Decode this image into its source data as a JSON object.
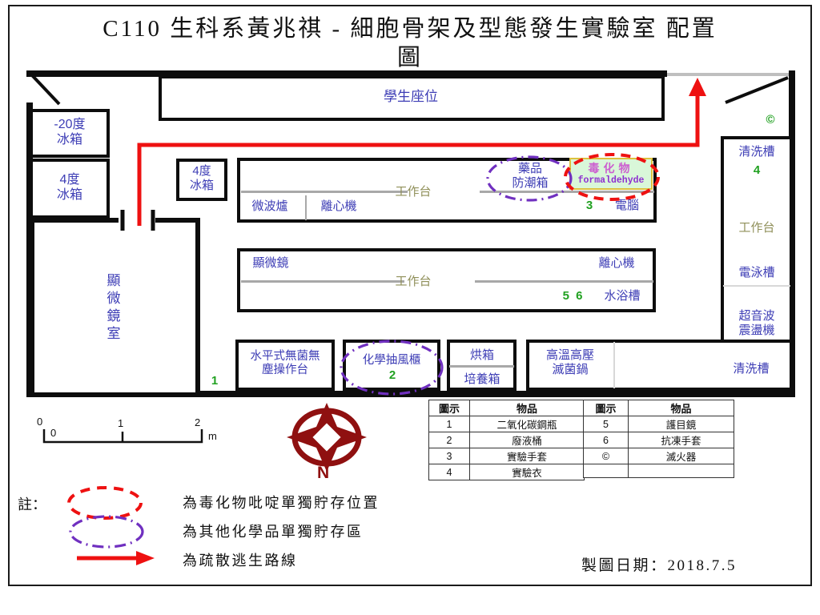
{
  "title": {
    "line1": "C110 生科系黃兆祺 - 細胞骨架及型態發生實驗室 配置",
    "line2": "圖"
  },
  "plan": {
    "student_seating": "學生座位",
    "freezer_minus20": "-20度\n冰箱",
    "fridge_4deg_left": "4度\n冰箱",
    "fridge_4deg_mid": "4度\n冰箱",
    "microscope_room": "顯\n微\n鏡\n室",
    "bench1": {
      "worktable": "工作台",
      "microwave": "微波爐",
      "centrifuge": "離心機",
      "desiccator": "藥品\n防潮箱",
      "toxic_name": "毒化物",
      "toxic_chemical": "formaldehyde",
      "glove_num": "3",
      "computer": "電腦"
    },
    "bench2": {
      "microscope": "顯微鏡",
      "centrifuge": "離心機",
      "worktable": "工作台",
      "nums": "5 6",
      "water_bath": "水浴槽"
    },
    "right_column": {
      "sink": "清洗槽",
      "coat_num": "4",
      "worktable": "工作台",
      "electrophoresis": "電泳槽",
      "sonicator": "超音波\n震盪機"
    },
    "bottom_row": {
      "co2_num": "1",
      "laminar_hood": "水平式無菌無\n塵操作台",
      "fume_hood": "化學抽風櫃",
      "waste_num": "2",
      "oven": "烘箱",
      "incubator": "培養箱",
      "autoclave": "高溫高壓\n滅菌鍋",
      "sink": "清洗槽"
    },
    "fire_extinguisher": "©"
  },
  "scale_bar": {
    "zero_upper": "0",
    "zero_lower": "0",
    "one": "1",
    "two": "2",
    "unit": "m"
  },
  "compass": {
    "north": "N"
  },
  "legend": {
    "headers": [
      "圖示",
      "物品"
    ],
    "left_rows": [
      [
        "1",
        "二氧化碳鋼瓶"
      ],
      [
        "2",
        "廢液桶"
      ],
      [
        "3",
        "實驗手套"
      ],
      [
        "4",
        "實驗衣"
      ]
    ],
    "right_rows": [
      [
        "5",
        "護目鏡"
      ],
      [
        "6",
        "抗凍手套"
      ],
      [
        "©",
        "滅火器"
      ],
      [
        "",
        ""
      ]
    ]
  },
  "notes": {
    "prefix": "註：",
    "toxic_storage": "為毒化物吡啶單獨貯存位置",
    "chemical_storage": "為其他化學品單獨貯存區",
    "escape_route": "為疏散逃生路線"
  },
  "footer": {
    "date": "製圖日期：2018.7.5"
  },
  "colors": {
    "label_blue": "#3d3db5",
    "worktable_olive": "#90905a",
    "legend_green": "#21a121",
    "route_red": "#ee1111",
    "storage_purple": "#7030c0",
    "compass_darkred": "#8f1010",
    "toxic_bg": "#d9f7d9",
    "toxic_border": "#dcc13f",
    "toxic_text": "#cc5fd0",
    "formaldehyde_text": "#8e2fd0"
  }
}
